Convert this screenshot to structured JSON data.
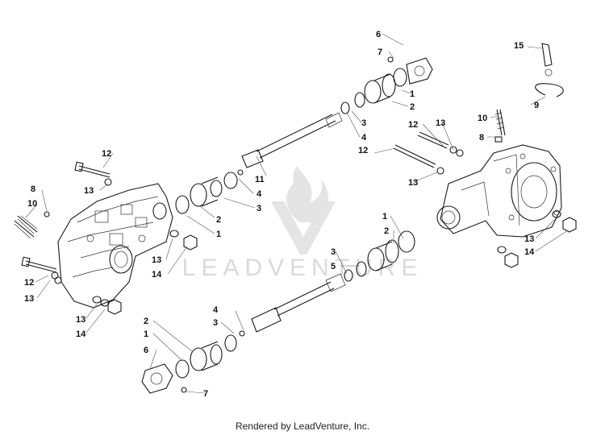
{
  "watermark": {
    "brand_text": "LEADVENTURE"
  },
  "footer": {
    "credit": "Rendered by LeadVenture, Inc."
  },
  "callouts": [
    "1",
    "2",
    "3",
    "4",
    "5",
    "6",
    "7",
    "8",
    "9",
    "10",
    "11",
    "12",
    "13",
    "14",
    "15"
  ]
}
